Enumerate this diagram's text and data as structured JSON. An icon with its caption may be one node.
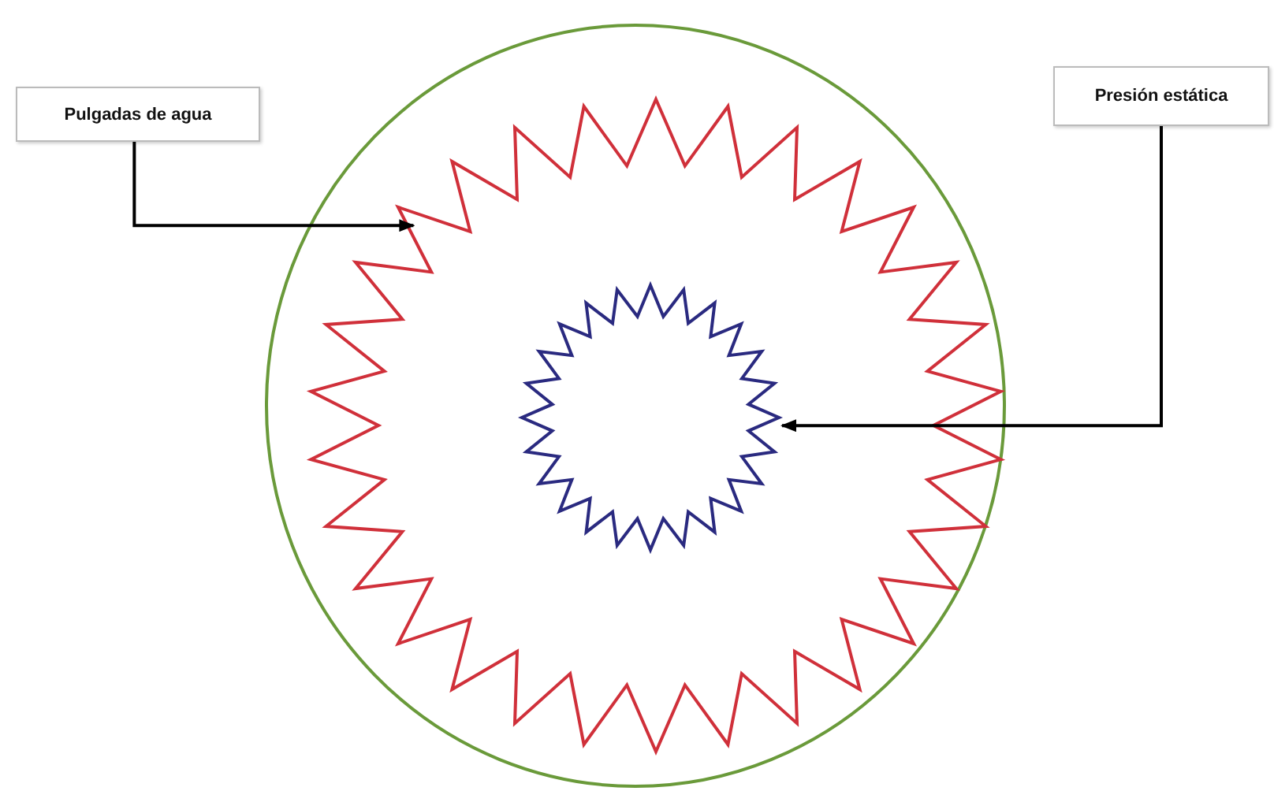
{
  "diagram": {
    "nodes": [
      {
        "text": [
          "Pulgadas de agua"
        ]
      },
      {
        "text": [
          "Presión estática"
        ]
      },
      {
        "text": [],
        "shape": "circle"
      },
      {
        "text": [],
        "shape": "star",
        "in": 2
      },
      {
        "text": [],
        "shape": "star",
        "in": 3
      }
    ],
    "edges": [
      {
        "from": 0,
        "to": 3,
        "arrow": "to"
      },
      {
        "from": 1,
        "to": 4,
        "arrow": "to"
      }
    ]
  }
}
